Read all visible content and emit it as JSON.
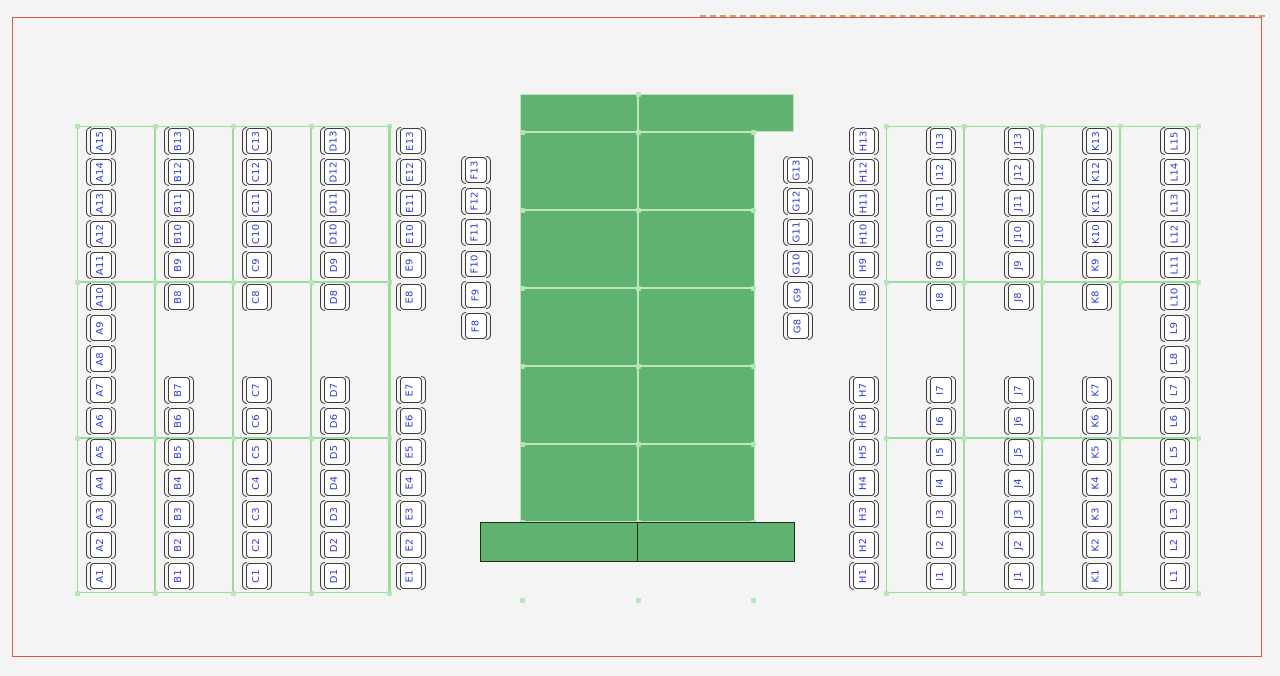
{
  "colors": {
    "floor_border": "#d9534f",
    "zone_border": "#9ed99e",
    "table_fill": "#5fb26f",
    "seat_outline": "#3a3a3a",
    "seat_label": "#2c3fd1"
  },
  "icons": {
    "seat": "theater-seat-icon",
    "table": "table-tile"
  },
  "left_block": [
    {
      "label": "A",
      "seats": [
        15,
        14,
        13,
        12,
        11,
        10,
        9,
        8,
        7,
        6,
        5,
        4,
        3,
        2,
        1
      ]
    },
    {
      "label": "B",
      "seats": [
        13,
        12,
        11,
        10,
        9,
        8,
        null,
        null,
        7,
        6,
        5,
        4,
        3,
        2,
        1
      ]
    },
    {
      "label": "C",
      "seats": [
        13,
        12,
        11,
        10,
        9,
        8,
        null,
        null,
        7,
        6,
        5,
        4,
        3,
        2,
        1
      ]
    },
    {
      "label": "D",
      "seats": [
        13,
        12,
        11,
        10,
        9,
        8,
        null,
        null,
        7,
        6,
        5,
        4,
        3,
        2,
        1
      ]
    },
    {
      "label": "E",
      "seats": [
        13,
        12,
        11,
        10,
        9,
        8,
        null,
        null,
        7,
        6,
        5,
        4,
        3,
        2,
        1
      ]
    }
  ],
  "side_rows": [
    {
      "label": "F",
      "seats": [
        13,
        12,
        11,
        10,
        9,
        8
      ]
    },
    {
      "label": "G",
      "seats": [
        13,
        12,
        11,
        10,
        9,
        8
      ]
    }
  ],
  "right_block": [
    {
      "label": "H",
      "seats": [
        13,
        12,
        11,
        10,
        9,
        8,
        null,
        null,
        7,
        6,
        5,
        4,
        3,
        2,
        1
      ]
    },
    {
      "label": "I",
      "seats": [
        13,
        12,
        11,
        10,
        9,
        8,
        null,
        null,
        7,
        6,
        5,
        4,
        3,
        2,
        1
      ]
    },
    {
      "label": "J",
      "seats": [
        13,
        12,
        11,
        10,
        9,
        8,
        null,
        null,
        7,
        6,
        5,
        4,
        3,
        2,
        1
      ]
    },
    {
      "label": "K",
      "seats": [
        13,
        12,
        11,
        10,
        9,
        8,
        null,
        null,
        7,
        6,
        5,
        4,
        3,
        2,
        1
      ]
    },
    {
      "label": "L",
      "seats": [
        15,
        14,
        13,
        12,
        11,
        10,
        9,
        8,
        7,
        6,
        5,
        4,
        3,
        2,
        1
      ]
    }
  ]
}
